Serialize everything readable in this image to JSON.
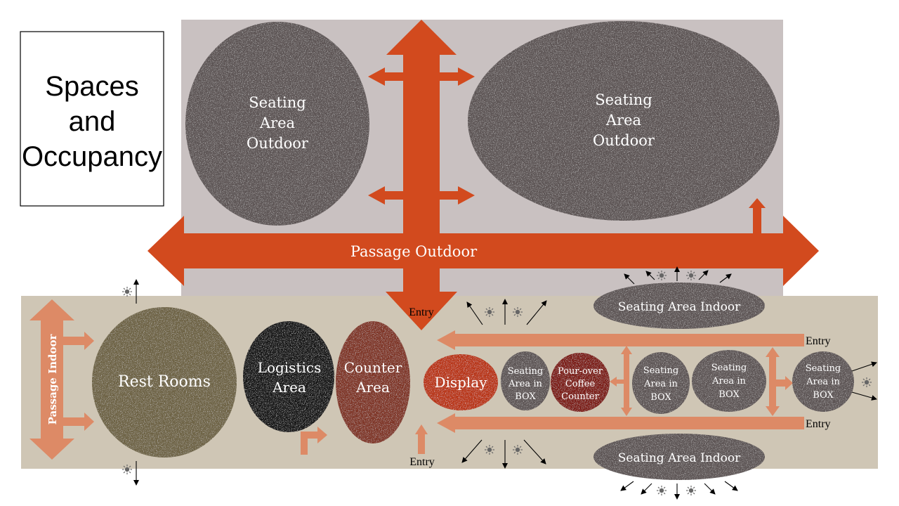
{
  "title": {
    "lines": [
      "Spaces",
      "and",
      "Occupancy"
    ]
  },
  "zones": {
    "seating_outdoor_left": {
      "lines": [
        "Seating",
        "Area",
        "Outdoor"
      ]
    },
    "seating_outdoor_right": {
      "lines": [
        "Seating",
        "Area",
        "Outdoor"
      ]
    },
    "passage_outdoor": "Passage Outdoor",
    "passage_indoor": "Passage Indoor",
    "rest_rooms": "Rest Rooms",
    "logistics": {
      "lines": [
        "Logistics",
        "Area"
      ]
    },
    "counter": {
      "lines": [
        "Counter",
        "Area"
      ]
    },
    "display": "Display",
    "seating_box_1": {
      "lines": [
        "Seating",
        "Area in",
        "BOX"
      ]
    },
    "pour_over": {
      "lines": [
        "Pour-over",
        "Coffee",
        "Counter"
      ]
    },
    "seating_box_2": {
      "lines": [
        "Seating",
        "Area in",
        "BOX"
      ]
    },
    "seating_box_3": {
      "lines": [
        "Seating",
        "Area in",
        "BOX"
      ]
    },
    "seating_box_4": {
      "lines": [
        "Seating",
        "Area in",
        "BOX"
      ]
    },
    "seating_indoor_top": "Seating Area Indoor",
    "seating_indoor_bottom": "Seating Area Indoor"
  },
  "entries": {
    "main": "Entry",
    "bottom": "Entry",
    "right_top": "Entry",
    "right_bottom": "Entry"
  },
  "colors": {
    "outdoor_bg": "#c9c1c1",
    "indoor_bg": "#cfc6b5",
    "arrow_outdoor": "#d24a1e",
    "arrow_indoor": "#dd8a66",
    "seating_gray": "#5d5454",
    "rest_rooms": "#6e6344",
    "logistics": "#141212",
    "counter": "#7f3527",
    "display": "#b83412",
    "pour_over": "#7c1d19"
  },
  "icons": {
    "sun": "sun-icon",
    "arrow": "arrow-icon"
  }
}
